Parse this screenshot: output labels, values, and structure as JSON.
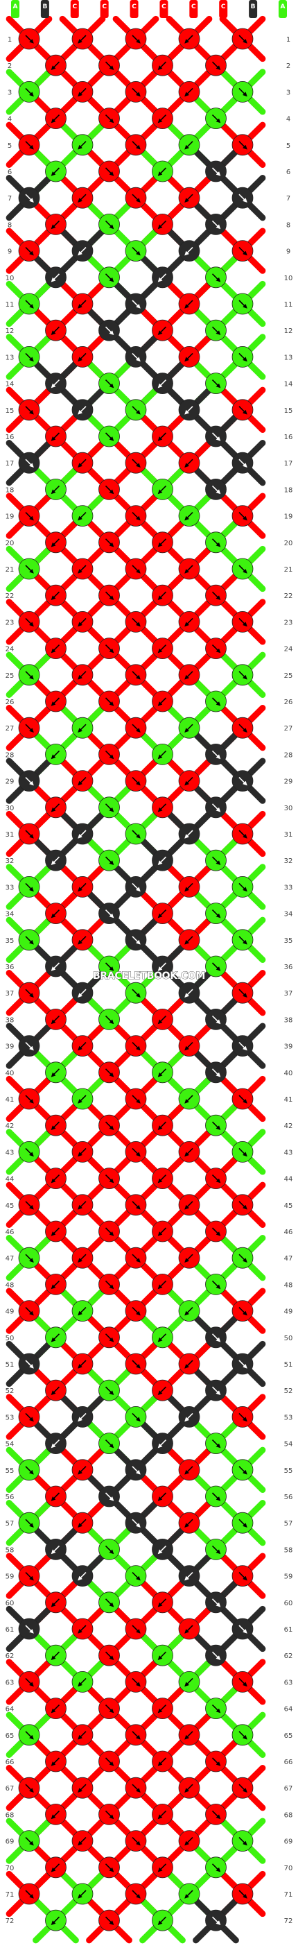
{
  "watermark": "BRACELETBOOK.COM",
  "colors": {
    "A": "#3df20f",
    "B": "#2a2a2a",
    "C": "#ff0000"
  },
  "strands": [
    "A",
    "B",
    "C",
    "C",
    "C",
    "C",
    "C",
    "C",
    "B",
    "A"
  ],
  "row_count": 72,
  "knot_arrow_icon": "diagonal-arrow-icon"
}
